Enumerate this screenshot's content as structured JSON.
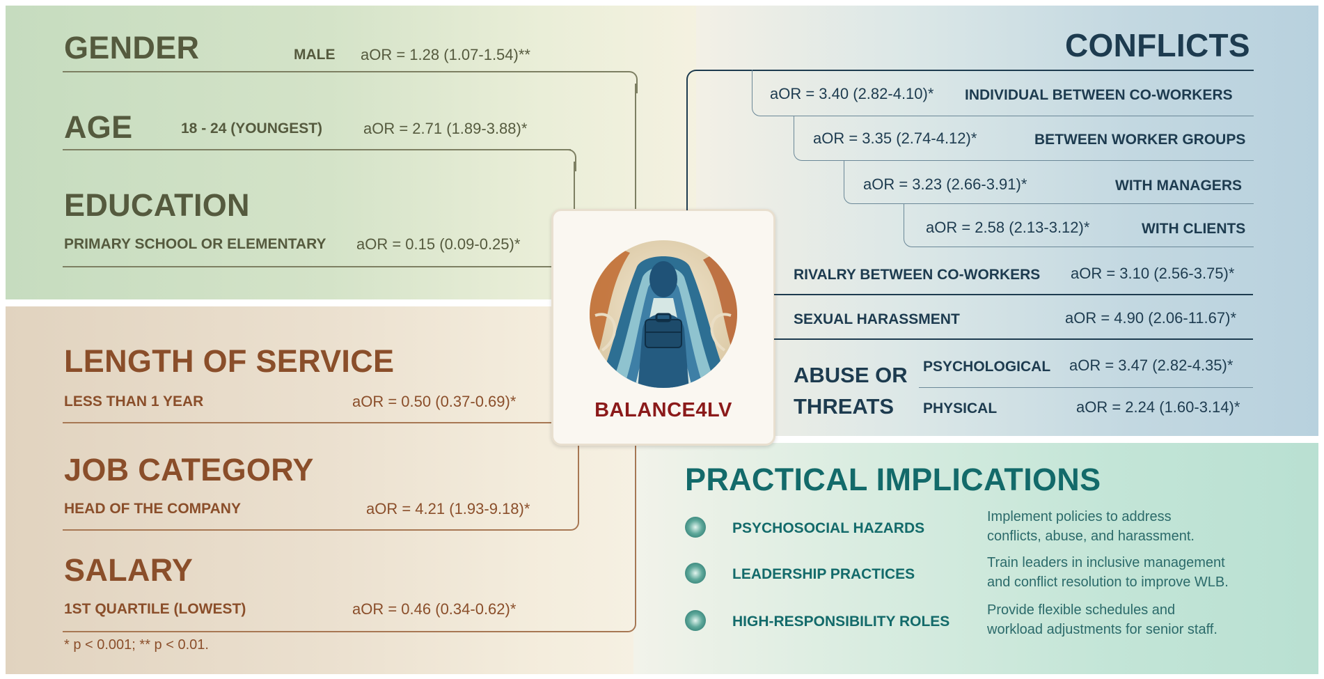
{
  "demographics": {
    "gender": {
      "title": "GENDER",
      "label": "MALE",
      "value": "aOR = 1.28 (1.07-1.54)**"
    },
    "age": {
      "title": "AGE",
      "label": "18 - 24 (YOUNGEST)",
      "value": "aOR = 2.71 (1.89-3.88)*"
    },
    "education": {
      "title": "EDUCATION",
      "label": "PRIMARY SCHOOL OR ELEMENTARY",
      "value": "aOR = 0.15 (0.09-0.25)*"
    }
  },
  "work": {
    "length": {
      "title": "LENGTH OF SERVICE",
      "label": "LESS THAN 1 YEAR",
      "value": "aOR = 0.50 (0.37-0.69)*"
    },
    "job": {
      "title": "JOB CATEGORY",
      "label": "HEAD OF THE COMPANY",
      "value": "aOR = 4.21 (1.93-9.18)*"
    },
    "salary": {
      "title": "SALARY",
      "label": "1ST QUARTILE (LOWEST)",
      "value": "aOR = 0.46 (0.34-0.62)*"
    },
    "footnote": "* p < 0.001; **  p < 0.01."
  },
  "center": {
    "brand": "BALANCE4LV",
    "colors": {
      "brand": "#8b1a1a"
    }
  },
  "conflicts": {
    "title": "CONFLICTS",
    "individual": {
      "label": "INDIVIDUAL BETWEEN CO-WORKERS",
      "value": "aOR = 3.40 (2.82-4.10)*"
    },
    "groups": {
      "label": "BETWEEN WORKER GROUPS",
      "value": "aOR = 3.35 (2.74-4.12)*"
    },
    "managers": {
      "label": "WITH MANAGERS",
      "value": "aOR = 3.23 (2.66-3.91)*"
    },
    "clients": {
      "label": "WITH CLIENTS",
      "value": "aOR = 2.58 (2.13-3.12)*"
    },
    "rivalry": {
      "label": "RIVALRY BETWEEN CO-WORKERS",
      "value": "aOR = 3.10 (2.56-3.75)*"
    },
    "harassment": {
      "label": "SEXUAL HARASSMENT",
      "value": "aOR = 4.90 (2.06-11.67)*"
    },
    "abuse": {
      "title_line1": "ABUSE OR",
      "title_line2": "THREATS",
      "psychological": {
        "label": "PSYCHOLOGICAL",
        "value": "aOR = 3.47 (2.82-4.35)*"
      },
      "physical": {
        "label": "PHYSICAL",
        "value": "aOR = 2.24 (1.60-3.14)*"
      }
    }
  },
  "implications": {
    "title": "PRACTICAL IMPLICATIONS",
    "items": [
      {
        "label": "PSYCHOSOCIAL HAZARDS",
        "line1": "Implement policies to address",
        "line2": "conflicts, abuse, and harassment."
      },
      {
        "label": "LEADERSHIP PRACTICES",
        "line1": "Train leaders in inclusive management",
        "line2": "and conflict resolution to improve WLB."
      },
      {
        "label": "HIGH-RESPONSIBILITY ROLES",
        "line1": "Provide flexible schedules and",
        "line2": "workload adjustments for senior staff."
      }
    ]
  }
}
